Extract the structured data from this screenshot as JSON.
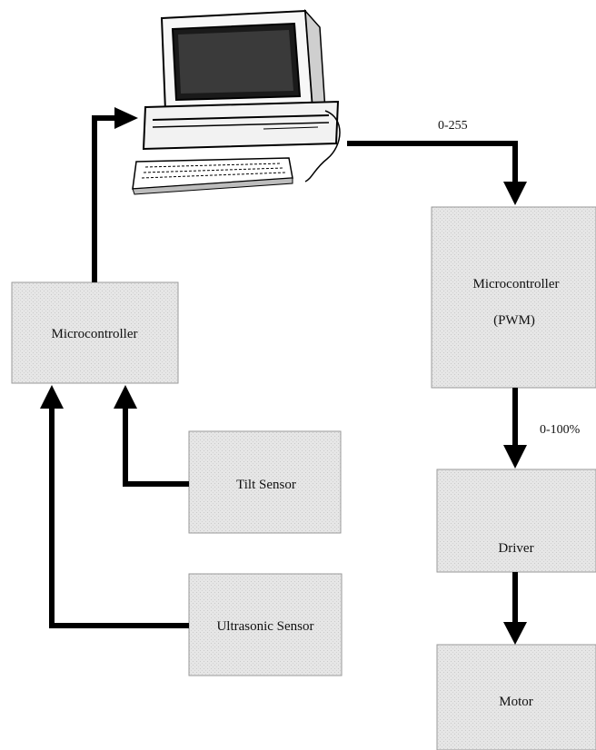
{
  "nodes": {
    "microcontroller_left": {
      "label": "Microcontroller"
    },
    "tilt_sensor": {
      "label": "Tilt Sensor"
    },
    "ultrasonic_sensor": {
      "label": "Ultrasonic Sensor"
    },
    "microcontroller_pwm": {
      "line1": "Microcontroller",
      "line2": "(PWM)"
    },
    "driver": {
      "label": "Driver"
    },
    "motor": {
      "label": "Motor"
    }
  },
  "edges": {
    "computer_to_pwm": {
      "label": "0-255"
    },
    "pwm_to_driver": {
      "label": "0-100%"
    }
  },
  "colors": {
    "box_fill": "#e3e3e3",
    "box_stroke": "#9a9a9a",
    "line": "#000000"
  },
  "icons": {
    "computer": "desktop-computer-icon"
  }
}
